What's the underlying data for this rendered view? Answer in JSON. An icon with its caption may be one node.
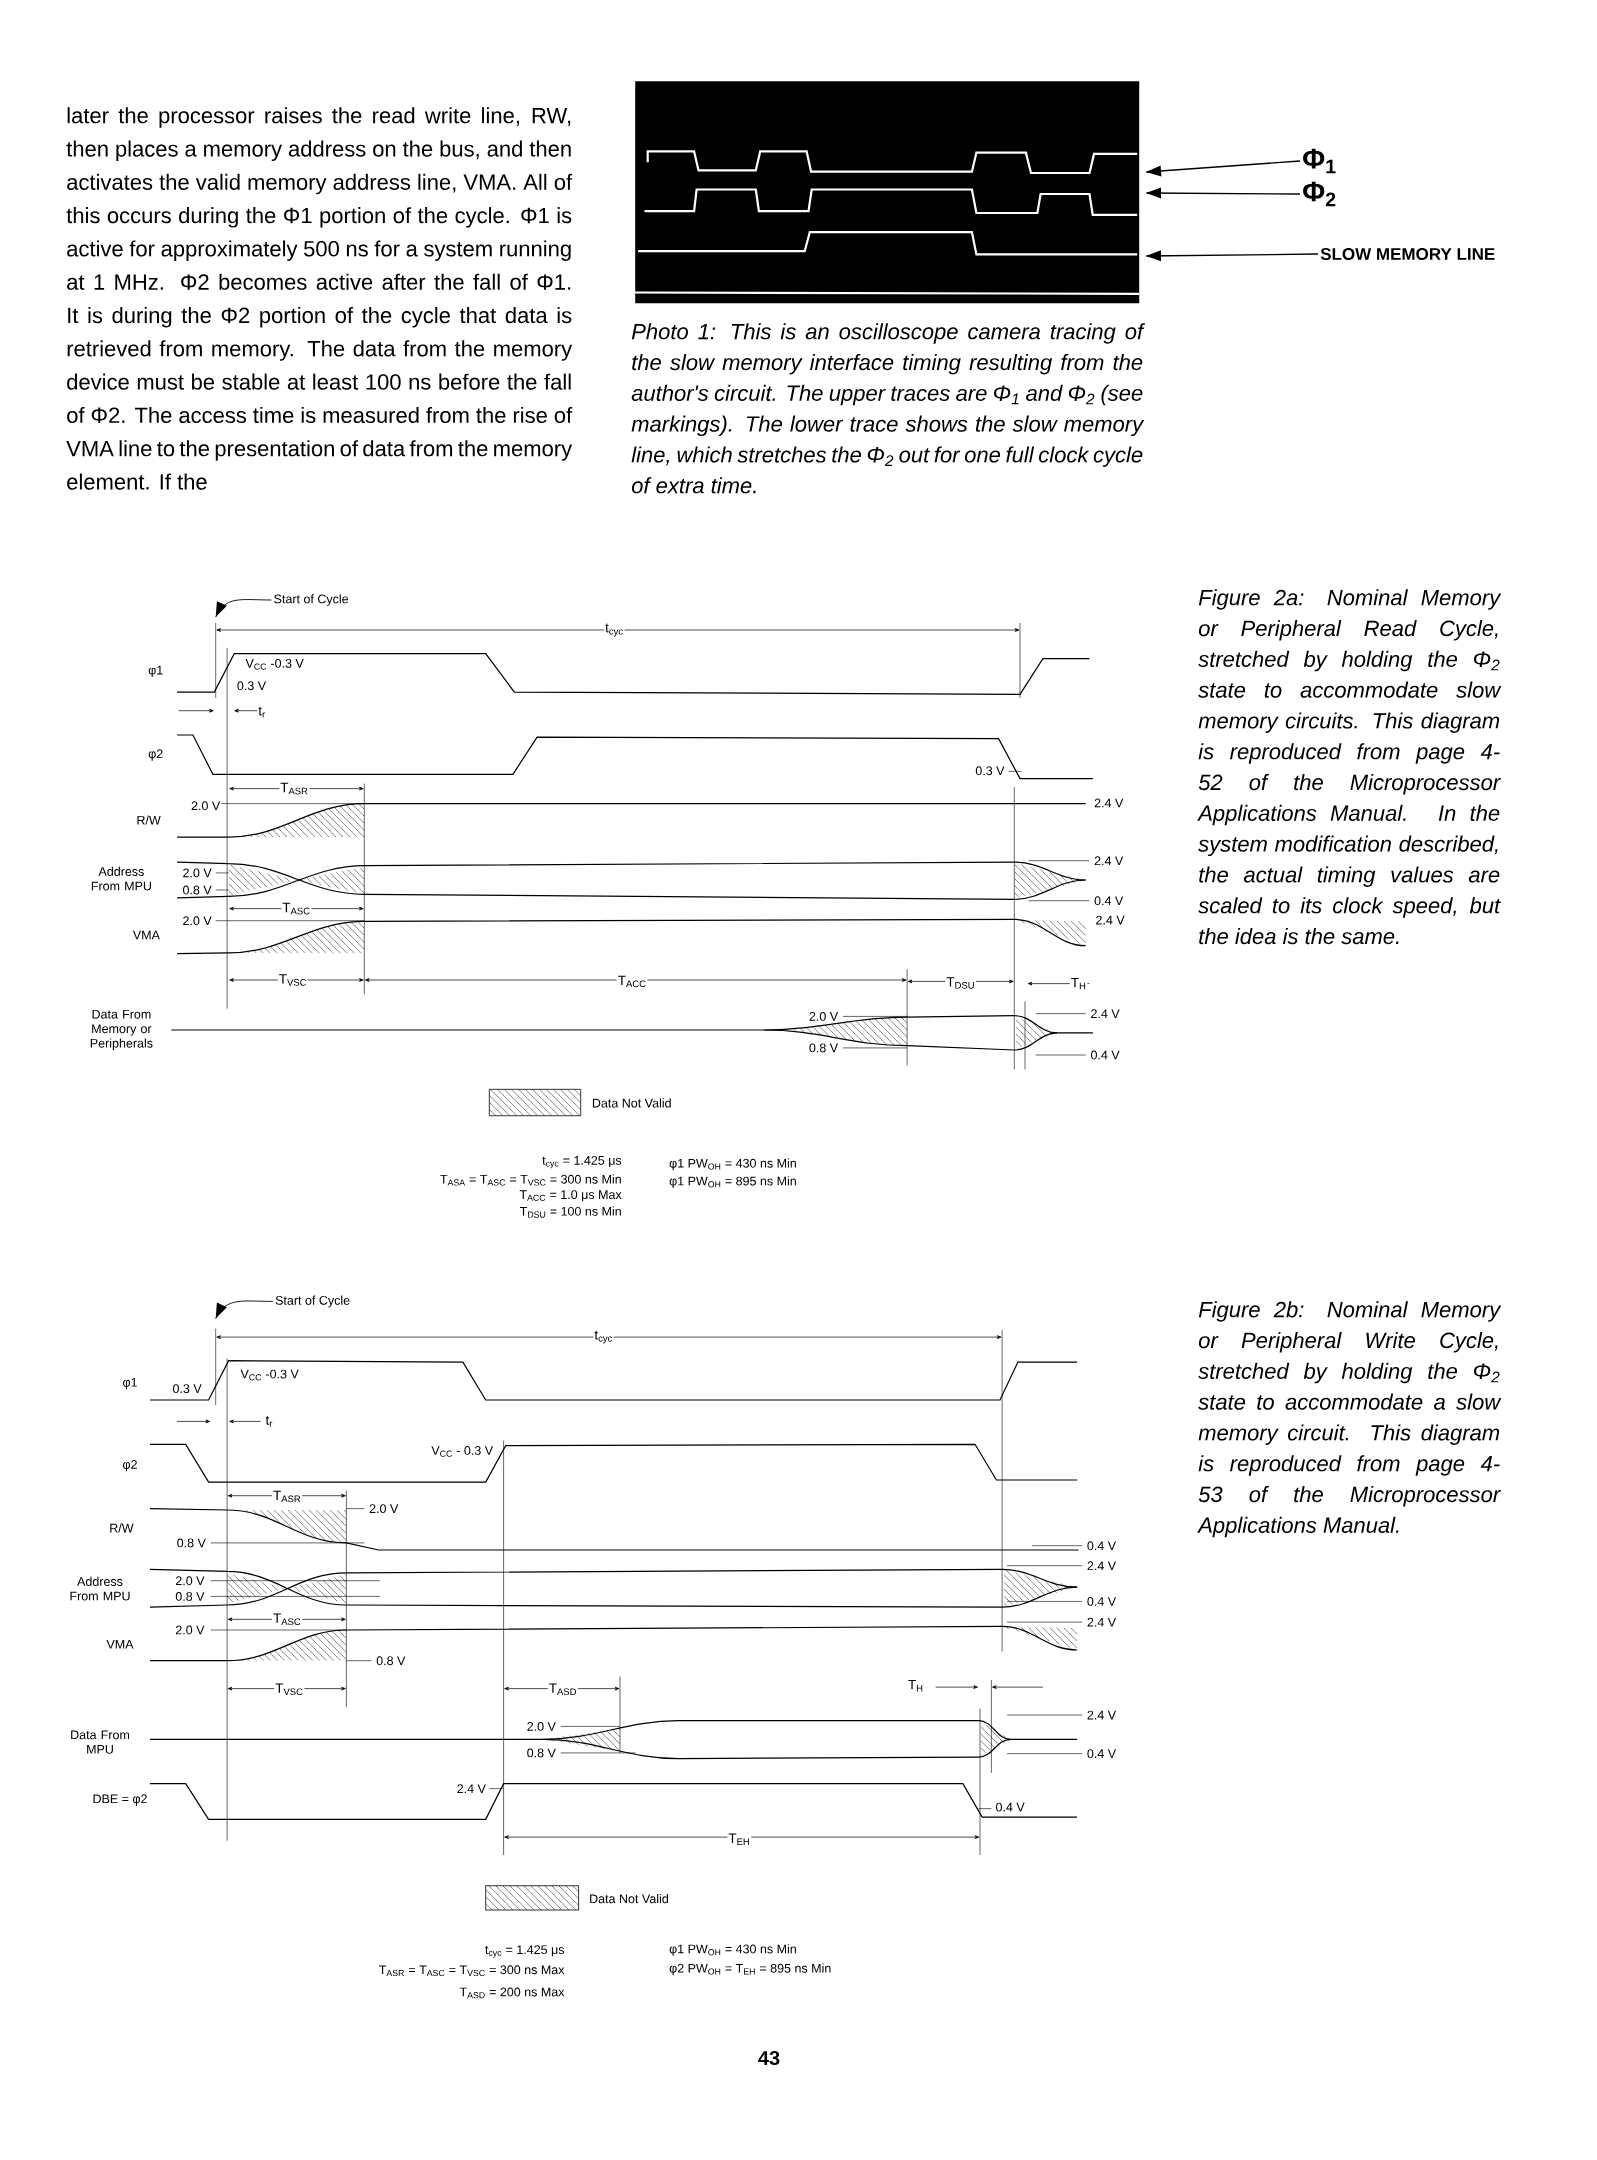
{
  "diagram": {
    "nodes": [
      {
        "text": [],
        "shape": "picture",
        "beside": [
          "Photo 1: This is an oscilloscope camera tracing of the slow memory interface timing resulting from the author's circuit. The upper traces are Φ$_{1}$ and Φ$_{2}$ (see markings). The lower trace shows the slow memory line, which stretches the Φ$_{2}$ out for one full clock cycle of extra time."
        ]
      },
      {
        "text": [
          "Φ$_{1}$"
        ]
      },
      {
        "text": [
          "Φ$_{2}$"
        ]
      },
      {
        "text": [
          "SLOW MEMORY LINE"
        ]
      },
      {
        "text": [
          "Start of Cycle"
        ]
      },
      {
        "text": [
          "Start of Cycle"
        ]
      }
    ],
    "edges": [
      {
        "from": 1,
        "to": 0,
        "arrow": "to"
      },
      {
        "from": 2,
        "to": 0,
        "arrow": "to"
      },
      {
        "from": 3,
        "to": 0,
        "arrow": "to"
      },
      {
        "from": 4,
        "to": null,
        "arrow": "to"
      },
      {
        "from": 5,
        "to": null,
        "arrow": "to"
      }
    ],
    "labels": [
      "later the processor raises the read write line, RW, then places a memory address on the bus, and then activates the valid memory address line, VMA. All of this occurs during the Φ1 portion of the cycle. Φ1 is active for approximately 500 ns for a system running at 1 MHz. Φ2 becomes active after the fall of Φ1. It is during the Φ2 portion of the cycle that data is retrieved from memory. The data from the memory device must be stable at least 100 ns before the fall of Φ2. The access time is measured from the rise of VMA line to the presentation of data from the memory element. If the",
      "t$_{cyc}$",
      "φ1",
      "V$_{CC}$ -0.3 V",
      "0.3 V",
      "t$_{r}$",
      "φ2",
      "0.3 V",
      "T$_{ASR}$",
      "2.0 V",
      "R/W",
      "2.4 V",
      "2.4 V",
      "Address From MPU",
      "2.0 V",
      "0.8 V",
      "0.4 V",
      "T$_{ASC}$",
      "2.0 V",
      "2.4 V",
      "VMA",
      "T$_{VSC}$",
      "T$_{ACC}$",
      "T$_{DSU}$",
      "T$_{H}$",
      "Data From Memory or Peripherals",
      "2.0 V",
      "2.4 V",
      "0.8 V",
      "0.4 V",
      "t$_{cyc}$ = 1.425 μs",
      "φ1 PW$_{OH}$ = 430 ns Min",
      "T$_{ASA}$ = T$_{ASC}$ = T$_{VSC}$ = 300 ns Min",
      "φ1 PW$_{OH}$ = 895 ns Min",
      "T$_{ACC}$ = 1.0 μs Max",
      "T$_{DSU}$ = 100 ns Min",
      "Figure 2a: Nominal Memory or Peripheral Read Cycle, stretched by holding the Φ$_{2}$ state to accommodate slow memory circuits. This diagram is reproduced from page 4-52 of the Microprocessor Applications Manual. In the system modification described, the actual timing values are scaled to its clock speed, but the idea is the same.",
      "t$_{cyc}$",
      "φ1",
      "V$_{CC}$ -0.3 V",
      "0.3 V",
      "t$_{r}$",
      "V$_{CC}$ - 0.3 V",
      "φ2",
      "T$_{ASR}$",
      "2.0 V",
      "R/W",
      "0.8 V",
      "0.4 V",
      "2.4 V",
      "Address From MPU",
      "2.0 V",
      "0.8 V",
      "0.4 V",
      "T$_{ASC}$",
      "2.4 V",
      "2.0 V",
      "VMA",
      "0.8 V",
      "T$_{VSC}$",
      "T$_{ASD}$",
      "T$_{H}$",
      "2.4 V",
      "2.0 V",
      "Data From MPU",
      "0.8 V",
      "0.4 V",
      "2.4 V",
      "DBE = φ2",
      "0.4 V",
      "T$_{EH}$",
      "t$_{cyc}$ = 1.425 μs",
      "φ1 PW$_{OH}$ = 430 ns Min",
      "T$_{ASR}$ = T$_{ASC}$ = T$_{VSC}$ = 300 ns Max",
      "φ2 PW$_{OH}$ = T$_{EH}$ = 895 ns Min",
      "T$_{ASD}$ = 200 ns Max",
      "Figure 2b: Nominal Memory or Peripheral Write Cycle, stretched by holding the Φ$_{2}$ state to accommodate a slow memory circuit. This diagram is reproduced from page 4-53 of the Microprocessor Applications Manual.",
      "43"
    ],
    "legend": [
      {
        "text": "Data Not Valid"
      },
      {
        "text": "Data Not Valid"
      }
    ]
  }
}
